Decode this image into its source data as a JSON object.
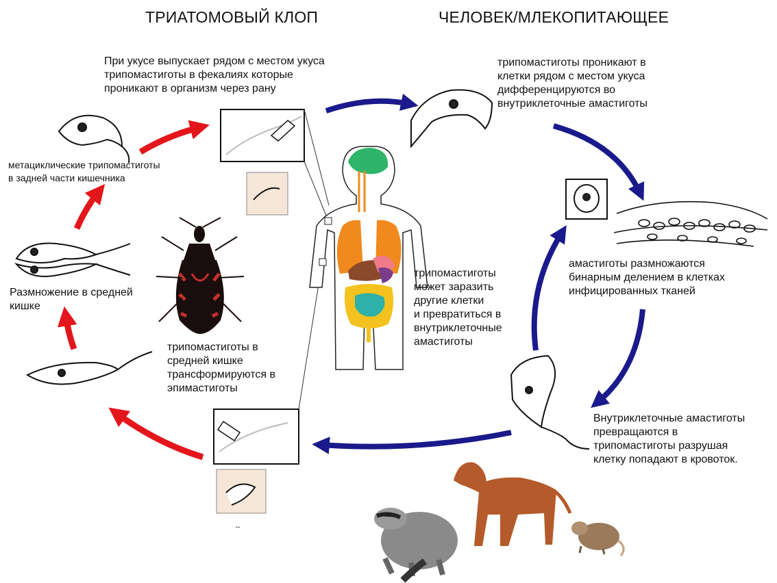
{
  "headings": {
    "bug": "ТРИАТОМОВЫЙ КЛОП",
    "host": "ЧЕЛОВЕК/МЛЕКОПИТАЮЩЕЕ"
  },
  "labels": {
    "bite": "При укусе выпускает рядом с местом укуса\nтрипомастиготы в фекалиях которые\nпроникают в организм через рану",
    "penetrate": "трипомастиготы проникают в\nклетки рядом с местом укуса\nдифференцируются во\nвнутриклеточные амастиготы",
    "multiply": "амастиготы размножаются\nбинарным делением в клетках\nинфицированных тканей",
    "transform": "Внутриклеточные амастиготы\nпревращаются в\nтрипомастиготы разрушая\nклетку попадают в кровоток.",
    "infect": "трипомастиготы\nможет заразить\nдругие клетки\nи превратиться в\nвнутриклеточные\nамастиготы",
    "midgut": "трипомастиготы в\nсредней кишке\nтрансформируются в\nэпимастиготы",
    "reproduction": "Размножение в средней\nкишке",
    "metacyclic": "метациклические трипомастиготы\nв задней части кишечника",
    "tiny": "↔"
  },
  "colors": {
    "red_arrow": "#e3161c",
    "blue_arrow": "#1a1a8c",
    "brain": "#2fb56b",
    "lungs": "#f08a1e",
    "liver": "#8a4a2a",
    "stomach": "#f07a8a",
    "intestine_small": "#2fb0a8",
    "intestine_large": "#f3c21e",
    "kidney": "#7a3d8a",
    "bug_body": "#1a0d0d",
    "bug_marks": "#c4312a",
    "dog": "#b55a2a",
    "raccoon": "#8a8a8a",
    "opossum": "#9a7a5a",
    "inset_bg": "#f6e6d8"
  }
}
